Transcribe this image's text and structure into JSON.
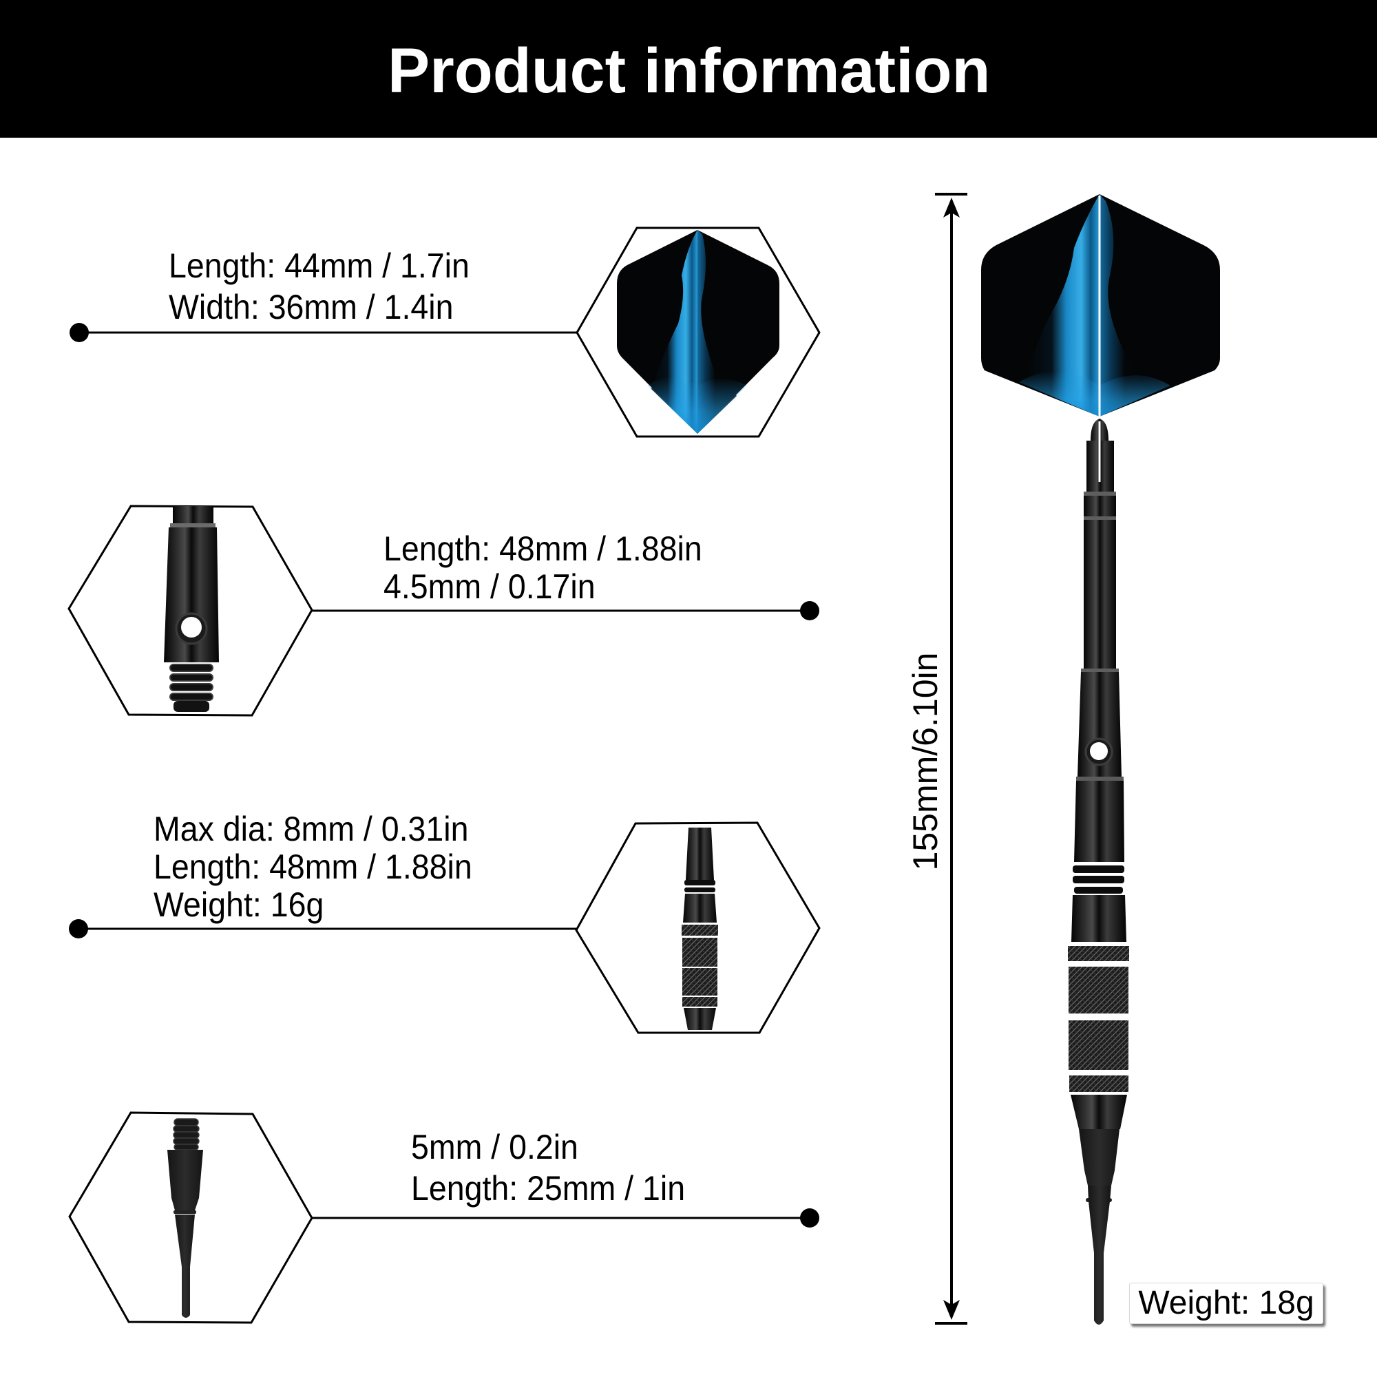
{
  "header": {
    "title": "Product information",
    "background": "#000000",
    "text_color": "#ffffff"
  },
  "parts": [
    {
      "id": "flight",
      "icon": "dart-flight-icon",
      "lines": [
        "Length: 44mm / 1.7in",
        "Width: 36mm / 1.4in"
      ]
    },
    {
      "id": "shaft",
      "icon": "dart-shaft-icon",
      "lines": [
        "Length: 48mm / 1.88in",
        "4.5mm / 0.17in"
      ]
    },
    {
      "id": "barrel",
      "icon": "dart-barrel-icon",
      "lines": [
        "Max dia: 8mm / 0.31in",
        "Length: 48mm / 1.88in",
        "Weight: 16g"
      ]
    },
    {
      "id": "tip",
      "icon": "dart-tip-icon",
      "lines": [
        "5mm / 0.2in",
        "Length: 25mm / 1in"
      ]
    }
  ],
  "full_dart": {
    "total_length": "155mm/6.10in",
    "weight": "Weight: 18g"
  },
  "colors": {
    "flight_blue": "#1ea7e8",
    "flight_dark": "#050608",
    "metal_black": "#111111"
  }
}
